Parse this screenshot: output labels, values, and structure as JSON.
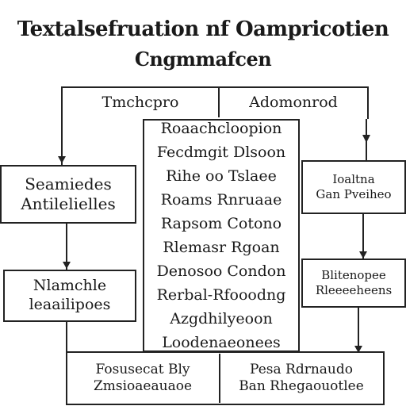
{
  "title": {
    "line1": "Textalsefruation nf Oampricotien",
    "line2": "Cngmmafcen"
  },
  "header_left": "Tmchcpro",
  "header_right": "Adomonrod",
  "center_items": [
    "Roaachcloopion",
    "Fecdmgit Dlsoon",
    "Rihe oo Tslaee",
    "Roams Rnruaae",
    "Rapsom Cotono",
    "Rlemasr Rgoan",
    "Denosoo Condon",
    "Rerbal-Rfooodng",
    "Azgdhilyeoon",
    "Loodenaeonees"
  ],
  "left_box_1": [
    "Seamiedes",
    "Antilelielles"
  ],
  "left_box_2": [
    "Nlamchle",
    "leaailipoes"
  ],
  "right_box_1": [
    "Ioaltna",
    "Gan Pveiheo"
  ],
  "right_box_2": [
    "Blitenopee",
    "Rleeeeheens"
  ],
  "bottom_left": [
    "Fosusecat Bly",
    "Zmsioaeauaoe"
  ],
  "bottom_right": [
    "Pesa Rdrnaudo",
    "Ban Rhegaouotlee"
  ],
  "colors": {
    "ink": "#1a1a1a",
    "line": "#222222",
    "background": "#ffffff"
  }
}
